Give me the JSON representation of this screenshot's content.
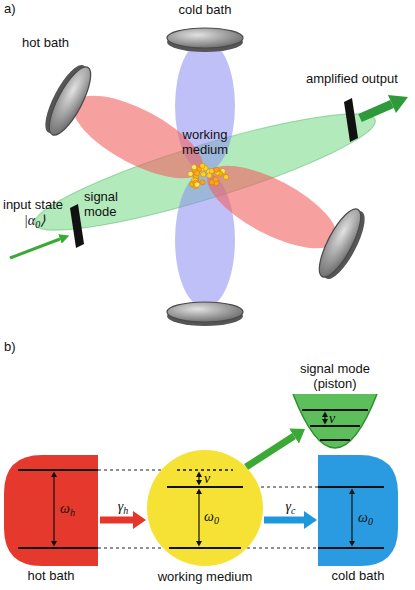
{
  "diagram": {
    "nodes": [
      {
        "text": [
          "signal mode (piston)",
          "ν"
        ]
      },
      {
        "text": [
          "ωh",
          "hot bath"
        ]
      },
      {
        "text": [
          "ν",
          "ω0",
          "working medium"
        ]
      },
      {
        "text": [
          "ω0",
          "cold bath"
        ]
      }
    ],
    "edges": [
      {
        "from": 1,
        "to": 2,
        "arrow": "to",
        "label": "γh"
      },
      {
        "from": 2,
        "to": 3,
        "arrow": "to",
        "label": "γc"
      },
      {
        "from": 2,
        "to": 0,
        "arrow": "to"
      }
    ],
    "labels": [
      "a)",
      "cold bath",
      "hot bath",
      "amplified output",
      "working medium",
      "signal mode",
      "input state",
      "|α0⟩",
      "b)"
    ]
  }
}
